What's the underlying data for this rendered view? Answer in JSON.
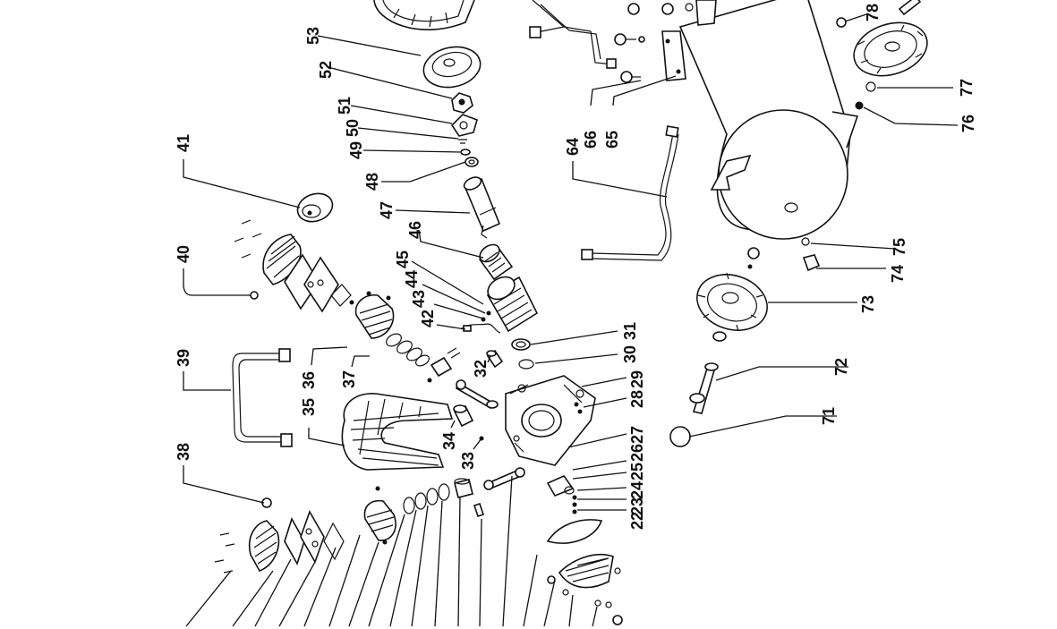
{
  "diagram": {
    "colors": {
      "ink": "#111111",
      "paper": "#ffffff"
    },
    "callouts": {
      "n22": "22",
      "n23": "23",
      "n24": "24",
      "n25": "25",
      "n26": "26",
      "n27": "27",
      "n28": "28",
      "n29": "29",
      "n30": "30",
      "n31": "31",
      "n32": "32",
      "n33": "33",
      "n34": "34",
      "n35": "35",
      "n36": "36",
      "n37": "37",
      "n38": "38",
      "n39": "39",
      "n40": "40",
      "n41": "41",
      "n42": "42",
      "n43": "43",
      "n44": "44",
      "n45": "45",
      "n46": "46",
      "n47": "47",
      "n48": "48",
      "n49": "49",
      "n50": "50",
      "n51": "51",
      "n52": "52",
      "n53": "53",
      "n64": "64",
      "n65": "65",
      "n66": "66",
      "n71": "71",
      "n72": "72",
      "n73": "73",
      "n74": "74",
      "n75": "75",
      "n76": "76",
      "n77": "77",
      "n78": "78"
    }
  }
}
